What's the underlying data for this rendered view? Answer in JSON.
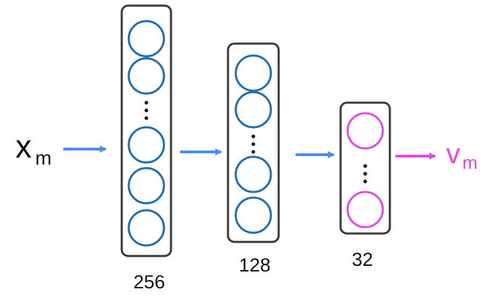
{
  "input": {
    "symbol": "x",
    "subscript": "m"
  },
  "output": {
    "symbol": "v",
    "subscript": "m"
  },
  "layers": [
    {
      "size_label": "256"
    },
    {
      "size_label": "128"
    },
    {
      "size_label": "32"
    }
  ],
  "colors": {
    "box_stroke": "#3a3a3a",
    "hidden_neuron": "#1f6fb0",
    "output_neuron": "#e44ae6",
    "arrow_blue": "#4a8ef0",
    "arrow_magenta": "#e44ae6",
    "dots": "#111111",
    "text": "#111111"
  }
}
